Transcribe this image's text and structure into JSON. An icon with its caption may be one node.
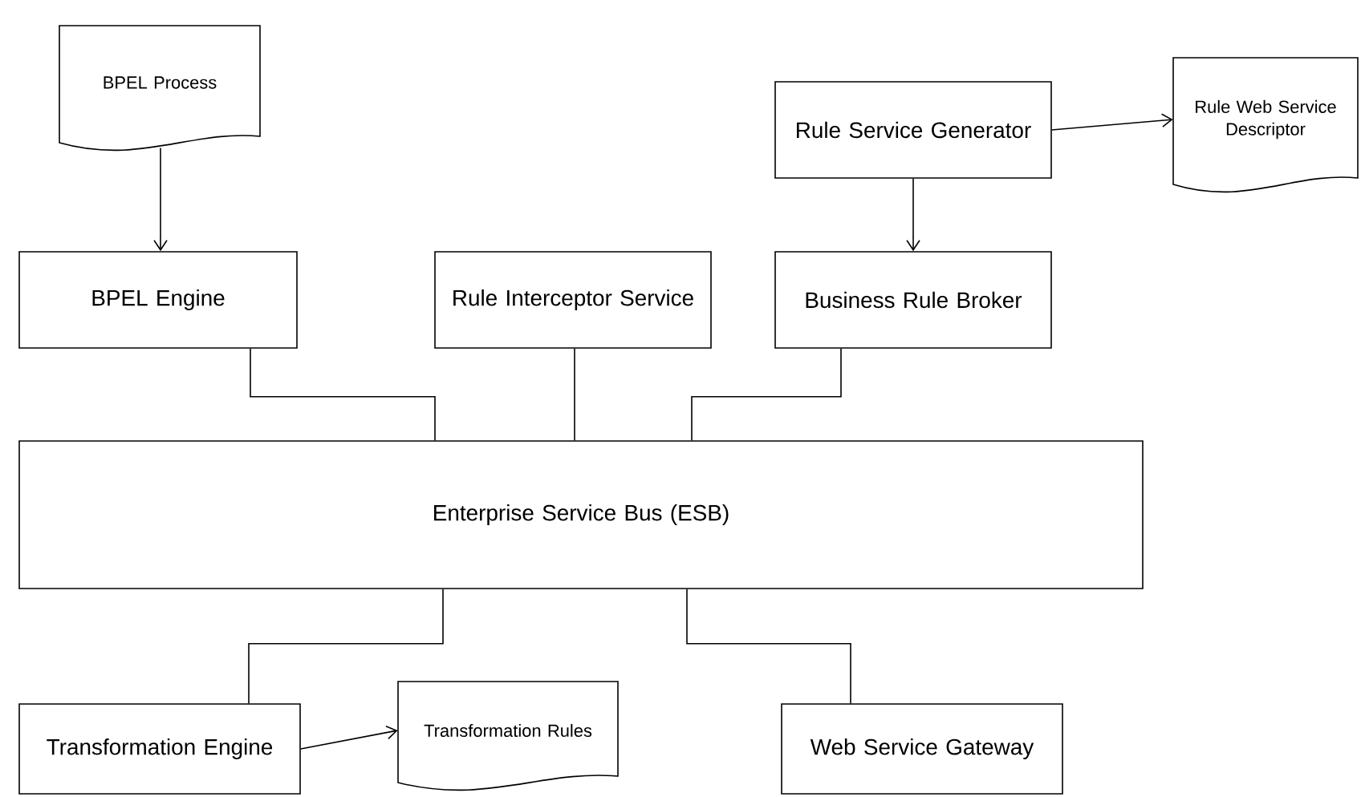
{
  "diagram": {
    "nodes": [
      {
        "text": [
          "BPEL Process"
        ]
      },
      {
        "text": [
          "BPEL Engine"
        ]
      },
      {
        "text": [
          "Rule Interceptor Service"
        ]
      },
      {
        "text": [
          "Rule Service Generator"
        ]
      },
      {
        "text": [
          "Rule Web Service Descriptor"
        ]
      },
      {
        "text": [
          "Business Rule Broker"
        ]
      },
      {
        "text": [
          "Enterprise Service Bus (ESB)"
        ]
      },
      {
        "text": [
          "Transformation Engine"
        ]
      },
      {
        "text": [
          "Transformation Rules"
        ]
      },
      {
        "text": [
          "Web Service Gateway"
        ]
      }
    ],
    "edges": [
      {
        "from": 0,
        "to": 1,
        "arrow": "to"
      },
      {
        "from": 3,
        "to": 4,
        "arrow": "to"
      },
      {
        "from": 3,
        "to": 5,
        "arrow": "to"
      },
      {
        "from": 1,
        "to": 6,
        "arrow": "none"
      },
      {
        "from": 2,
        "to": 6,
        "arrow": "none"
      },
      {
        "from": 5,
        "to": 6,
        "arrow": "none"
      },
      {
        "from": 6,
        "to": 7,
        "arrow": "none"
      },
      {
        "from": 6,
        "to": 9,
        "arrow": "none"
      },
      {
        "from": 7,
        "to": 8,
        "arrow": "to"
      }
    ]
  }
}
